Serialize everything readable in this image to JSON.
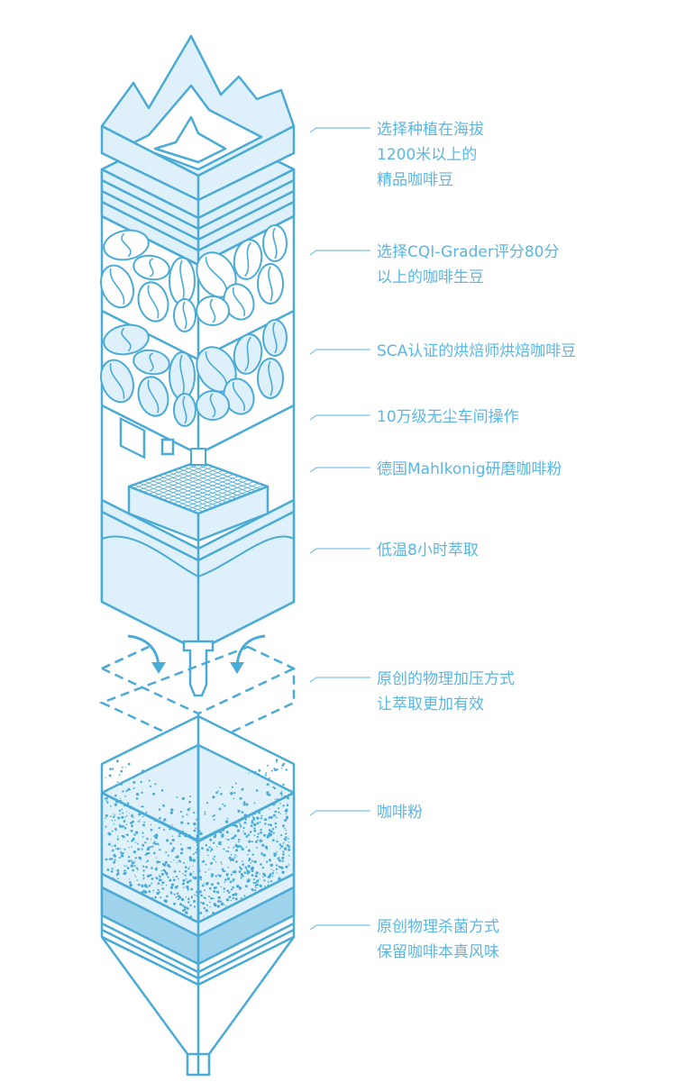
{
  "colors": {
    "stroke": "#4aabd6",
    "fill_light": "#def0f9",
    "fill_mid": "#9fd3ec",
    "text": "#5ab6e2"
  },
  "labels": [
    {
      "lines": [
        "选择种植在海拔",
        "1200米以上的",
        "精品咖啡豆"
      ]
    },
    {
      "lines": [
        "选择CQI-Grader评分80分",
        "以上的咖啡生豆"
      ]
    },
    {
      "lines": [
        "SCA认证的烘焙师烘焙咖啡豆"
      ]
    },
    {
      "lines": [
        "10万级无尘车间操作"
      ]
    },
    {
      "lines": [
        "德国Mahlkonig研磨咖啡粉"
      ]
    },
    {
      "lines": [
        "低温8小时萃取"
      ]
    },
    {
      "lines": [
        "原创的物理加压方式",
        "让萃取更加有效"
      ]
    },
    {
      "lines": [
        "咖啡粉"
      ]
    },
    {
      "lines": [
        "原创物理杀菌方式",
        "保留咖啡本真风味"
      ]
    }
  ]
}
